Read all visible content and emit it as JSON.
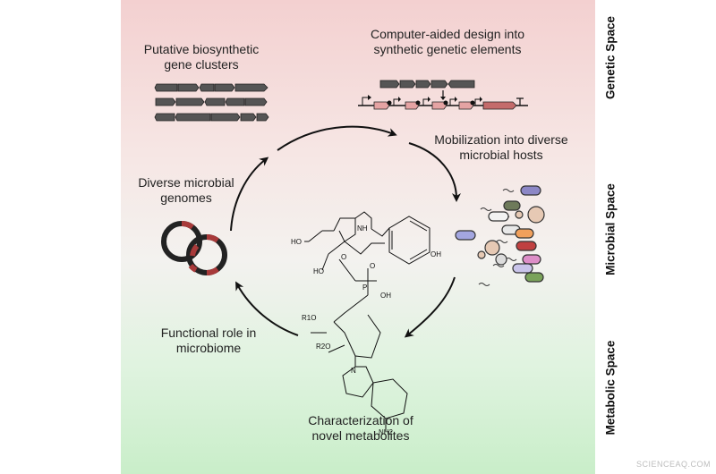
{
  "labels": {
    "gene_clusters": "Putative biosynthetic gene clusters",
    "computer_aided": "Computer-aided design into synthetic genetic elements",
    "mobilization": "Mobilization into diverse microbial hosts",
    "diverse_genomes": "Diverse microbial genomes",
    "functional_role": "Functional role in microbiome",
    "characterization": "Characterization of novel metabolites"
  },
  "chem_labels": {
    "ho1": "HO",
    "ho2": "HO",
    "nh": "NH",
    "oh_phenol": "OH",
    "o_ring": "O",
    "p": "P",
    "o_p": "O",
    "oh_p": "OH",
    "r1o": "R1O",
    "r2o": "R2O",
    "n_ring": "N",
    "nh2": "NH2"
  },
  "spaces": {
    "genetic": "Genetic Space",
    "microbial": "Microbial Space",
    "metabolic": "Metabolic Space"
  },
  "watermark": "SCIENCEAQ.COM",
  "colors": {
    "gene_gray": "#555555",
    "gene_pink": "#d98a8a",
    "gene_red": "#b85555",
    "genome_dark": "#222222",
    "genome_red": "#a83a3a"
  }
}
